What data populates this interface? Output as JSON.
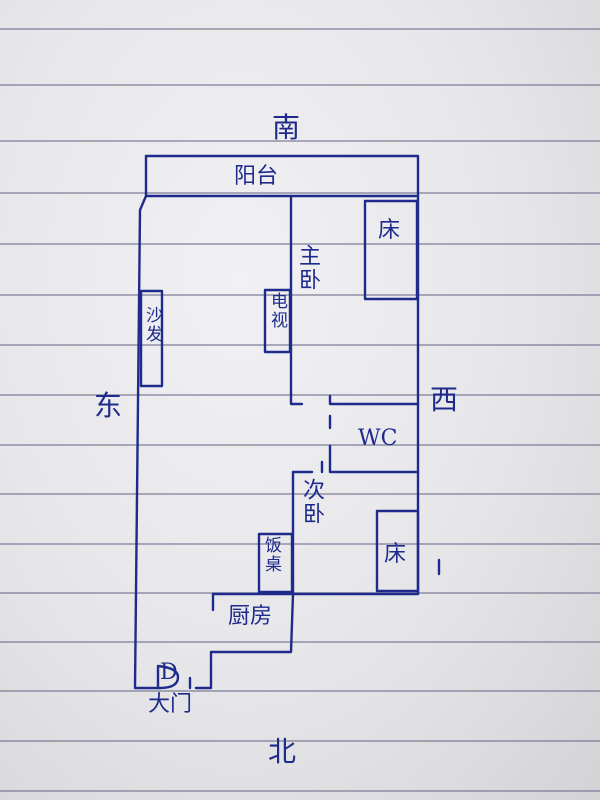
{
  "directions": {
    "south": "南",
    "north": "北",
    "east": "东",
    "west": "西"
  },
  "rooms": {
    "balcony": "阳台",
    "master_bedroom": "主卧",
    "bed_master": "床",
    "tv": "电视",
    "sofa": "沙发",
    "wc": "WC",
    "second_bedroom": "次卧",
    "bed_second": "床",
    "dining_table": "饭桌",
    "kitchen": "厨房",
    "door_symbol": "D",
    "main_door": "大门"
  },
  "colors": {
    "ink": "#1e2a8c",
    "ruled_lines": "#6b6f8c",
    "paper": "#e6e6e8"
  }
}
